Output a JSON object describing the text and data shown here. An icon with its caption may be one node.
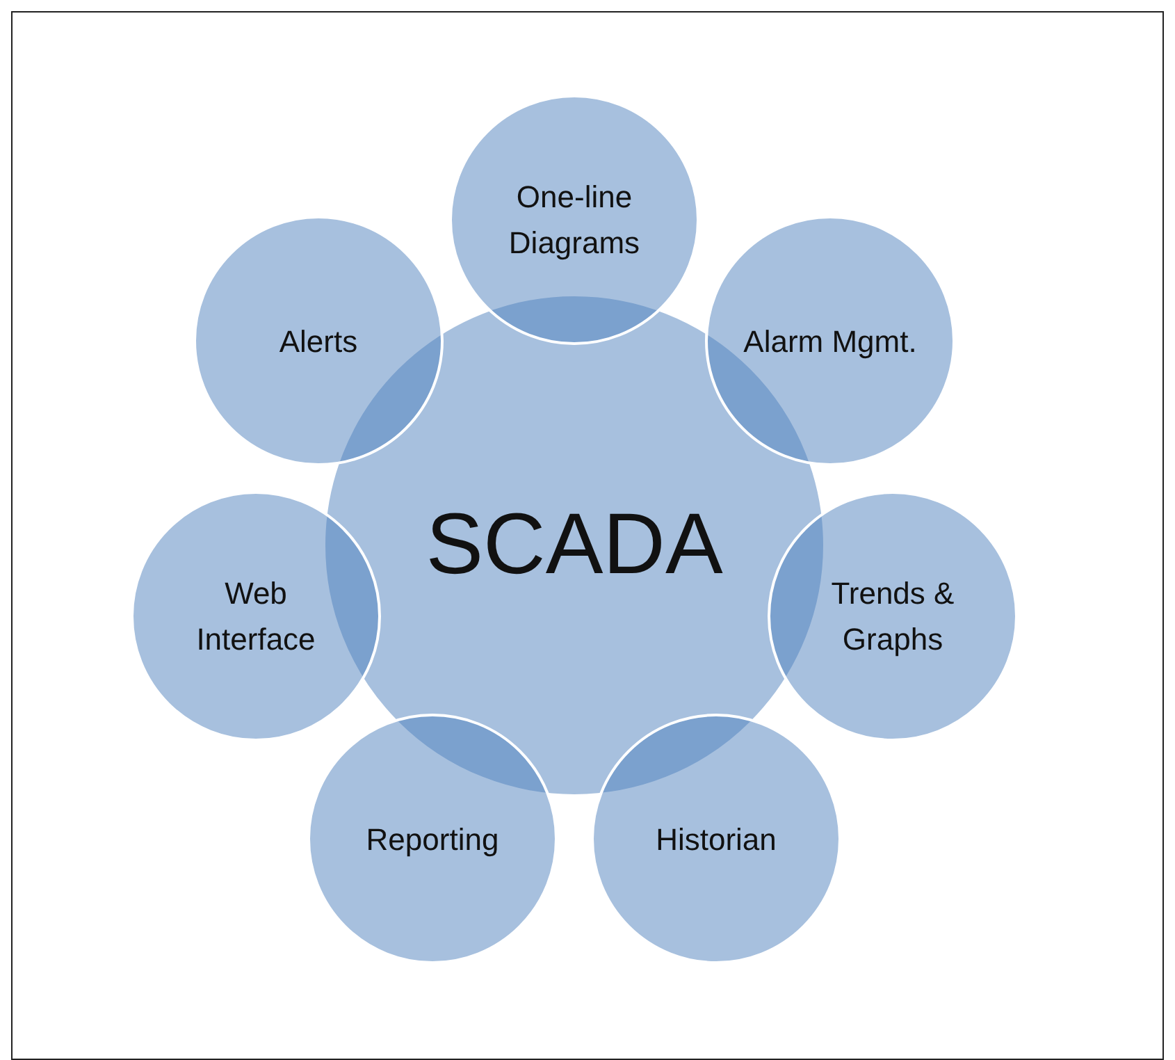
{
  "diagram": {
    "nodes": [
      {
        "text": [
          "SCADA"
        ]
      },
      {
        "text": [
          "One-line Diagrams"
        ]
      },
      {
        "text": [
          "Alarm Mgmt."
        ]
      },
      {
        "text": [
          "Trends & Graphs"
        ]
      },
      {
        "text": [
          "Historian"
        ]
      },
      {
        "text": [
          "Reporting"
        ]
      },
      {
        "text": [
          "Web Interface"
        ]
      },
      {
        "text": [
          "Alerts"
        ]
      }
    ],
    "edges": []
  }
}
